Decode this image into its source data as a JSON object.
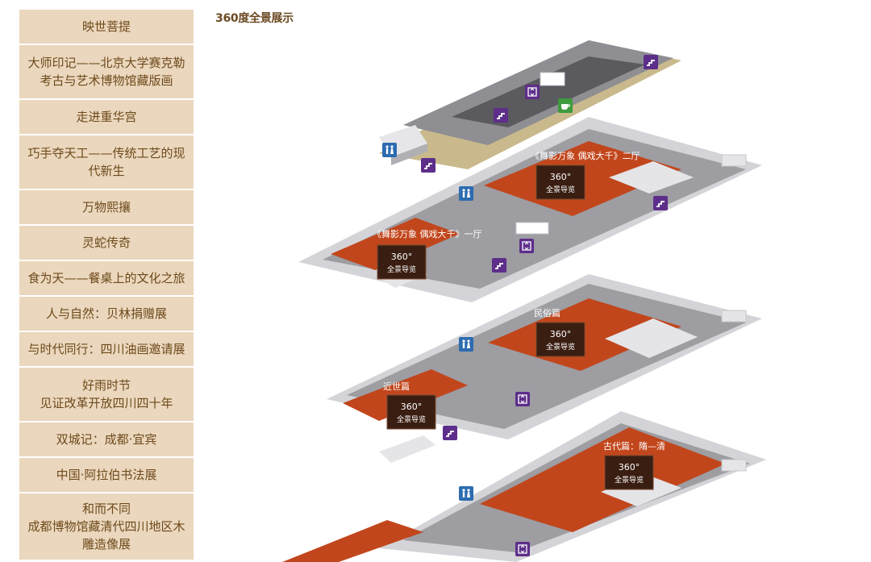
{
  "page": {
    "title": "360度全景展示"
  },
  "sidebar": {
    "items": [
      {
        "label": "映世菩提"
      },
      {
        "label": "大师印记——北京大学赛克勒\n考古与艺术博物馆藏版画"
      },
      {
        "label": "走进重华宫"
      },
      {
        "label": "巧手夺天工——传统工艺的现\n代新生"
      },
      {
        "label": "万物熙攘"
      },
      {
        "label": "灵蛇传奇"
      },
      {
        "label": "食为天——餐桌上的文化之旅"
      },
      {
        "label": "人与自然：贝林捐赠展"
      },
      {
        "label": "与时代同行：四川油画邀请展"
      },
      {
        "label": "好雨时节\n见证改革开放四川四十年"
      },
      {
        "label": "双城记：成都·宜宾"
      },
      {
        "label": "中国·阿拉伯书法展"
      },
      {
        "label": "和而不同\n成都博物馆藏清代四川地区木\n雕造像展"
      }
    ]
  },
  "map": {
    "halls": [
      {
        "label": "《舞影万象 偶戏大千》二厅"
      },
      {
        "label": "《舞影万象 偶戏大千》一厅"
      },
      {
        "label": "民俗篇"
      },
      {
        "label": "近世篇"
      },
      {
        "label": "古代篇：隋—清"
      }
    ],
    "badge": {
      "main": "360°",
      "sub": "全景导览"
    }
  },
  "colors": {
    "sidebar_bg": "#ead7bd",
    "sidebar_text": "#6e4a1c",
    "hall_fill": "#c2461c",
    "floor_gray": "#9d9da2",
    "wall_light": "#e5e5e8",
    "icon_purple": "#5d2e8a",
    "icon_blue": "#2c6cb0",
    "icon_green": "#3d9a3d"
  }
}
